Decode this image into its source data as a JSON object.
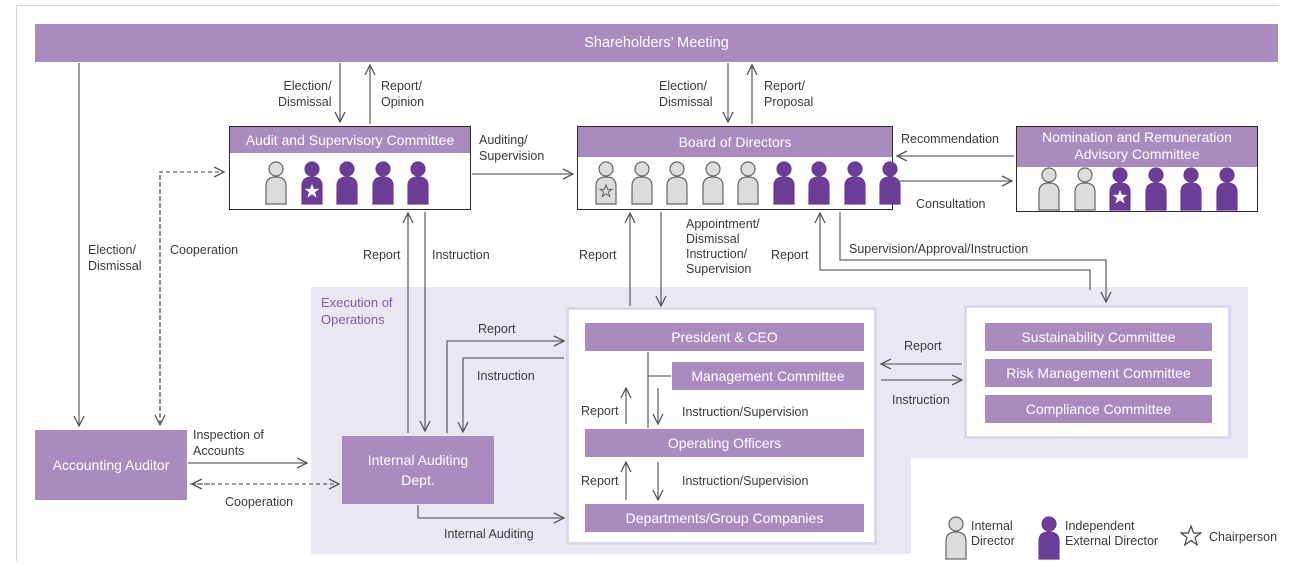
{
  "shareholders": "Shareholders’ Meeting",
  "audit_committee": "Audit and Supervisory Committee",
  "board": "Board of Directors",
  "nomination_line1": "Nomination and Remuneration",
  "nomination_line2": "Advisory Committee",
  "accounting_auditor": "Accounting Auditor",
  "internal_audit_line1": "Internal Auditing",
  "internal_audit_line2": "Dept.",
  "execution_line1": "Execution of",
  "execution_line2": "Operations",
  "president": "President & CEO",
  "management_committee": "Management Committee",
  "operating_officers": "Operating Officers",
  "departments": "Departments/Group Companies",
  "sustainability": "Sustainability Committee",
  "risk_management": "Risk Management Committee",
  "compliance": "Compliance Committee",
  "labels": {
    "election_dismissal_1a": "Election/",
    "election_dismissal_1b": "Dismissal",
    "report_opinion_a": "Report/",
    "report_opinion_b": "Opinion",
    "election_dismissal_2a": "Election/",
    "election_dismissal_2b": "Dismissal",
    "report_proposal_a": "Report/",
    "report_proposal_b": "Proposal",
    "auditing_supervision_a": "Auditing/",
    "auditing_supervision_b": "Supervision",
    "recommendation": "Recommendation",
    "consultation": "Consultation",
    "election_dismissal_3a": "Election/",
    "election_dismissal_3b": "Dismissal",
    "cooperation_1": "Cooperation",
    "report_1": "Report",
    "instruction_1": "Instruction",
    "report_2": "Report",
    "appointment_a": "Appointment/",
    "appointment_b": "Dismissal",
    "appointment_c": "Instruction/",
    "appointment_d": "Supervision",
    "report_3": "Report",
    "supervision_approval": "Supervision/Approval/Instruction",
    "report_4": "Report",
    "instruction_2": "Instruction",
    "report_5": "Report",
    "instruction_3": "Instruction",
    "report_6": "Report",
    "instruction_supervision_1": "Instruction/Supervision",
    "report_7": "Report",
    "instruction_supervision_2": "Instruction/Supervision",
    "inspection_a": "Inspection of",
    "inspection_b": "Accounts",
    "cooperation_2": "Cooperation",
    "internal_auditing": "Internal Auditing"
  },
  "legend": {
    "internal_a": "Internal",
    "internal_b": "Director",
    "external_a": "Independent",
    "external_b": "External Director",
    "chairperson": "Chairperson"
  },
  "colors": {
    "accent": "#a98bc0",
    "figure_dark": "#6b3d96",
    "figure_light": "#dcdcdc",
    "exec_bg": "#ebe7f2"
  }
}
